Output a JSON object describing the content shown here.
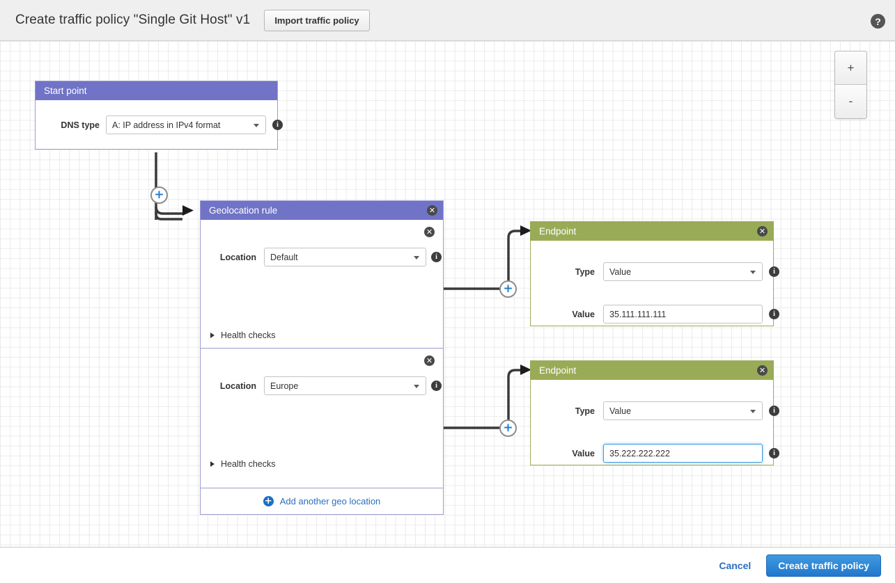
{
  "header": {
    "title": "Create traffic policy \"Single Git Host\" v1",
    "import_button": "Import traffic policy",
    "help_icon": "help-icon",
    "help_glyph": "?"
  },
  "canvas": {
    "zoom_in": "+",
    "zoom_out": "-"
  },
  "start_point": {
    "title": "Start point",
    "dns_type_label": "DNS type",
    "dns_type_value": "A: IP address in IPv4 format"
  },
  "geolocation_rule": {
    "title": "Geolocation rule",
    "locations": [
      {
        "label": "Location",
        "value": "Default",
        "health_checks": "Health checks"
      },
      {
        "label": "Location",
        "value": "Europe",
        "health_checks": "Health checks"
      }
    ],
    "add_location": "Add another geo location"
  },
  "endpoints": [
    {
      "title": "Endpoint",
      "type_label": "Type",
      "type_value": "Value",
      "value_label": "Value",
      "value": "35.111.111.111",
      "focused": false
    },
    {
      "title": "Endpoint",
      "type_label": "Type",
      "type_value": "Value",
      "value_label": "Value",
      "value": "35.222.222.222",
      "focused": true
    }
  ],
  "footer": {
    "cancel": "Cancel",
    "submit": "Create traffic policy"
  },
  "icons": {
    "close": "✕",
    "info": "i",
    "plus": "+"
  },
  "colors": {
    "rule_header": "#7073c6",
    "endpoint_header": "#9aab58",
    "primary": "#2277cc",
    "link": "#2a6fc0",
    "focus": "#3b9bdd"
  }
}
